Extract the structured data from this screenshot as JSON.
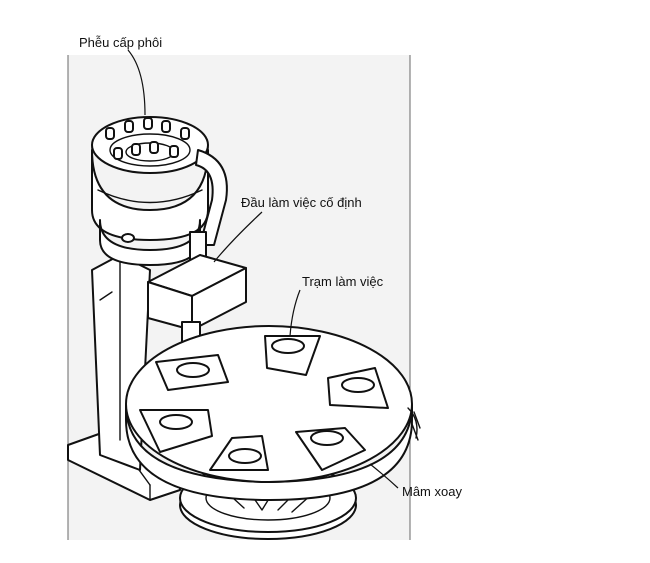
{
  "labels": {
    "hopper": "Phễu cấp phôi",
    "fixed_head": "Đầu làm việc cố định",
    "workstation": "Trạm làm việc",
    "rotary_table": "Mâm xoay"
  },
  "colors": {
    "ink": "#111111",
    "background": "#ffffff",
    "shade": "#e9e9e9"
  }
}
